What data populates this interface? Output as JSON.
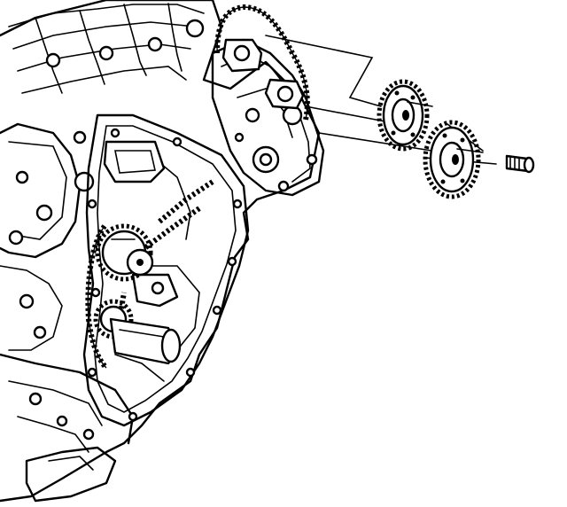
{
  "figure": {
    "kind": "exploded-view line drawing",
    "colors": {
      "line": "#000000",
      "background": "#ffffff"
    },
    "parts": [
      {
        "id": "engine-block",
        "icon": "engine-block-icon"
      },
      {
        "id": "timing-chain",
        "icon": "timing-chain-icon"
      },
      {
        "id": "camshaft-sprocket-1",
        "icon": "sprocket-icon"
      },
      {
        "id": "camshaft-sprocket-2",
        "icon": "sprocket-icon"
      },
      {
        "id": "sprocket-bolt",
        "icon": "bolt-icon"
      },
      {
        "id": "crankshaft-sprocket",
        "icon": "sprocket-icon"
      }
    ]
  }
}
